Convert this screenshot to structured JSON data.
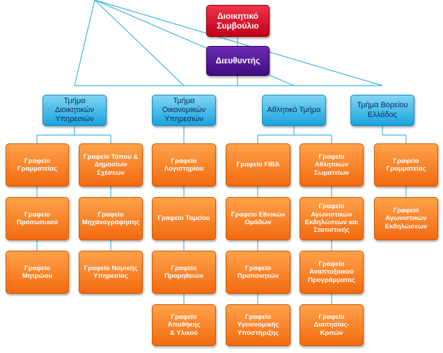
{
  "board": "Διοικητικό\nΣυμβούλιο",
  "director": "Διευθυντής",
  "departments": [
    {
      "name": "Τμήμα\nΔιοικητικών\nΥπηρεσιών",
      "columns": [
        [
          "Γραφείο\nΓραμματείας",
          "Γραφείο\nΠροσωπικού",
          "Γραφείο Μητρώου"
        ],
        [
          "Γραφείο Τύπου &\nΔημοσίων Σχέσεων",
          "Γραφείο\nΜηχανογράφησης",
          "Γραφείο Νομικής\nΥπηρεσίας"
        ]
      ]
    },
    {
      "name": "Τμήμα\nΟικονομικών\nΥπηρεσιών",
      "columns": [
        [
          "Γραφείο\nΛογιστηρίου",
          "Γραφείο Ταμείου",
          "Γραφείο\nΠρομηθειών",
          "Γραφείο Αποθήκης\n& Υλικού"
        ]
      ]
    },
    {
      "name": "Αθλητικό Τμήμα",
      "columns": [
        [
          "Γραφείο FIBA",
          "Γραφείο Εθνικών\nΟμάδων",
          "Γραφείο\nΠροπονητών",
          "Γραφείο\nΥγειονομικής\nΥποστήριξης"
        ],
        [
          "Γραφείο\nΑθλητικών\nΣωματείων",
          "Γραφείο\nΑγωνιστικών\nΕκδηλώσεων και\nΣτατιστικής",
          "Γραφείο\nΑναπτυξιακού\nΠρογράμματος",
          "Γραφείο\nΔιαιτησίας-\nΚριτών"
        ]
      ]
    },
    {
      "name": "Τμήμα Βορείου\nΕλλάδος",
      "columns": [
        [
          "Γραφείο\nΓραμματείας",
          "Γραφείο\nΑγωνιστικών\nΕκδηλώσεων"
        ]
      ]
    }
  ],
  "colors": {
    "board": "#d0102a",
    "director": "#4b1590",
    "department": "#2fb1e6",
    "office": "#f57a1e",
    "connector": "#3fb3e3"
  }
}
